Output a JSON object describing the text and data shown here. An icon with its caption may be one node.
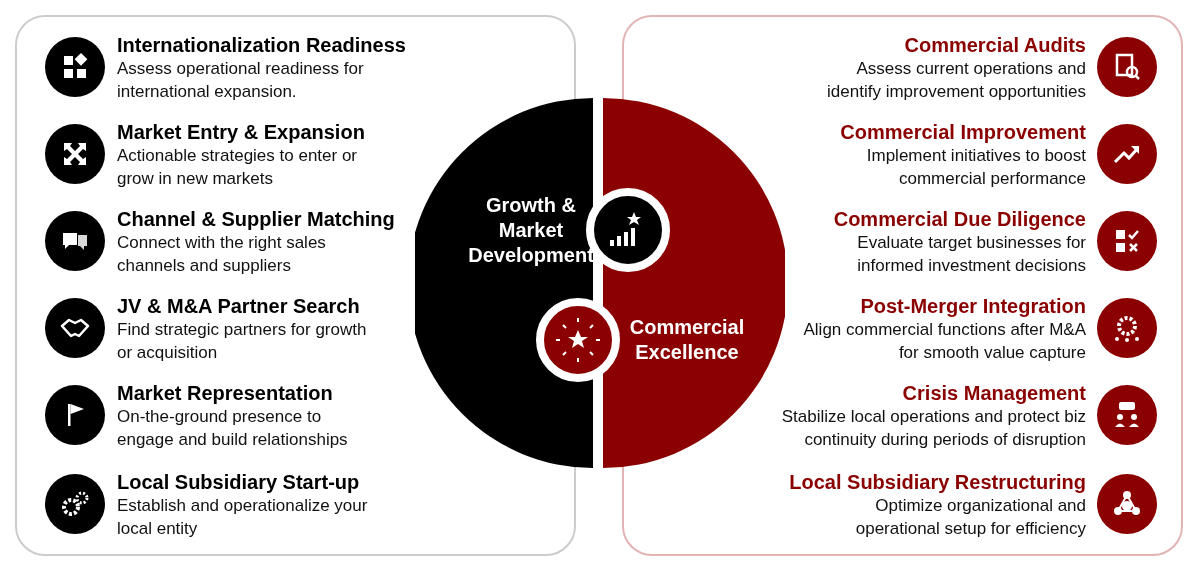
{
  "diagram": {
    "nodes": [
      {
        "text": [],
        "shape": "box"
      },
      {
        "text": [
          "Internationalization Readiness",
          "Assess operational readiness for international expansion."
        ],
        "in": 0
      },
      {
        "text": [
          "Market Entry & Expansion",
          "Actionable strategies to enter or grow in new markets"
        ],
        "in": 0
      },
      {
        "text": [
          "Channel & Supplier Matching",
          "Connect with the right sales channels and suppliers"
        ],
        "in": 0
      },
      {
        "text": [
          "JV & M&A Partner Search",
          "Find strategic partners for growth or acquisition"
        ],
        "in": 0
      },
      {
        "text": [
          "Market Representation",
          "On-the-ground presence to engage and build relationships"
        ],
        "in": 0
      },
      {
        "text": [
          "Local Subsidiary Start-up",
          "Establish and operationalize your local entity"
        ],
        "in": 0
      },
      {
        "text": [
          "Growth & Market Development"
        ]
      },
      {
        "text": [
          "Commercial Excellence"
        ]
      },
      {
        "text": [],
        "shape": "box"
      },
      {
        "text": [
          "Commercial Audits",
          "Assess current operations and identify improvement opportunities"
        ],
        "in": 9
      },
      {
        "text": [
          "Commercial Improvement",
          "Implement initiatives to boost commercial performance"
        ],
        "in": 9
      },
      {
        "text": [
          "Commercial Due Diligence",
          "Evaluate target businesses for informed investment decisions"
        ],
        "in": 9
      },
      {
        "text": [
          "Post-Merger Integration",
          "Align commercial functions after M&A for smooth value capture"
        ],
        "in": 9
      },
      {
        "text": [
          "Crisis Management",
          "Stabilize local operations and protect biz continuity during periods of disruption"
        ],
        "in": 9
      },
      {
        "text": [
          "Local Subsidiary Restructuring",
          "Optimize organizational and operational setup for efficiency"
        ],
        "in": 9
      }
    ],
    "edges": []
  }
}
